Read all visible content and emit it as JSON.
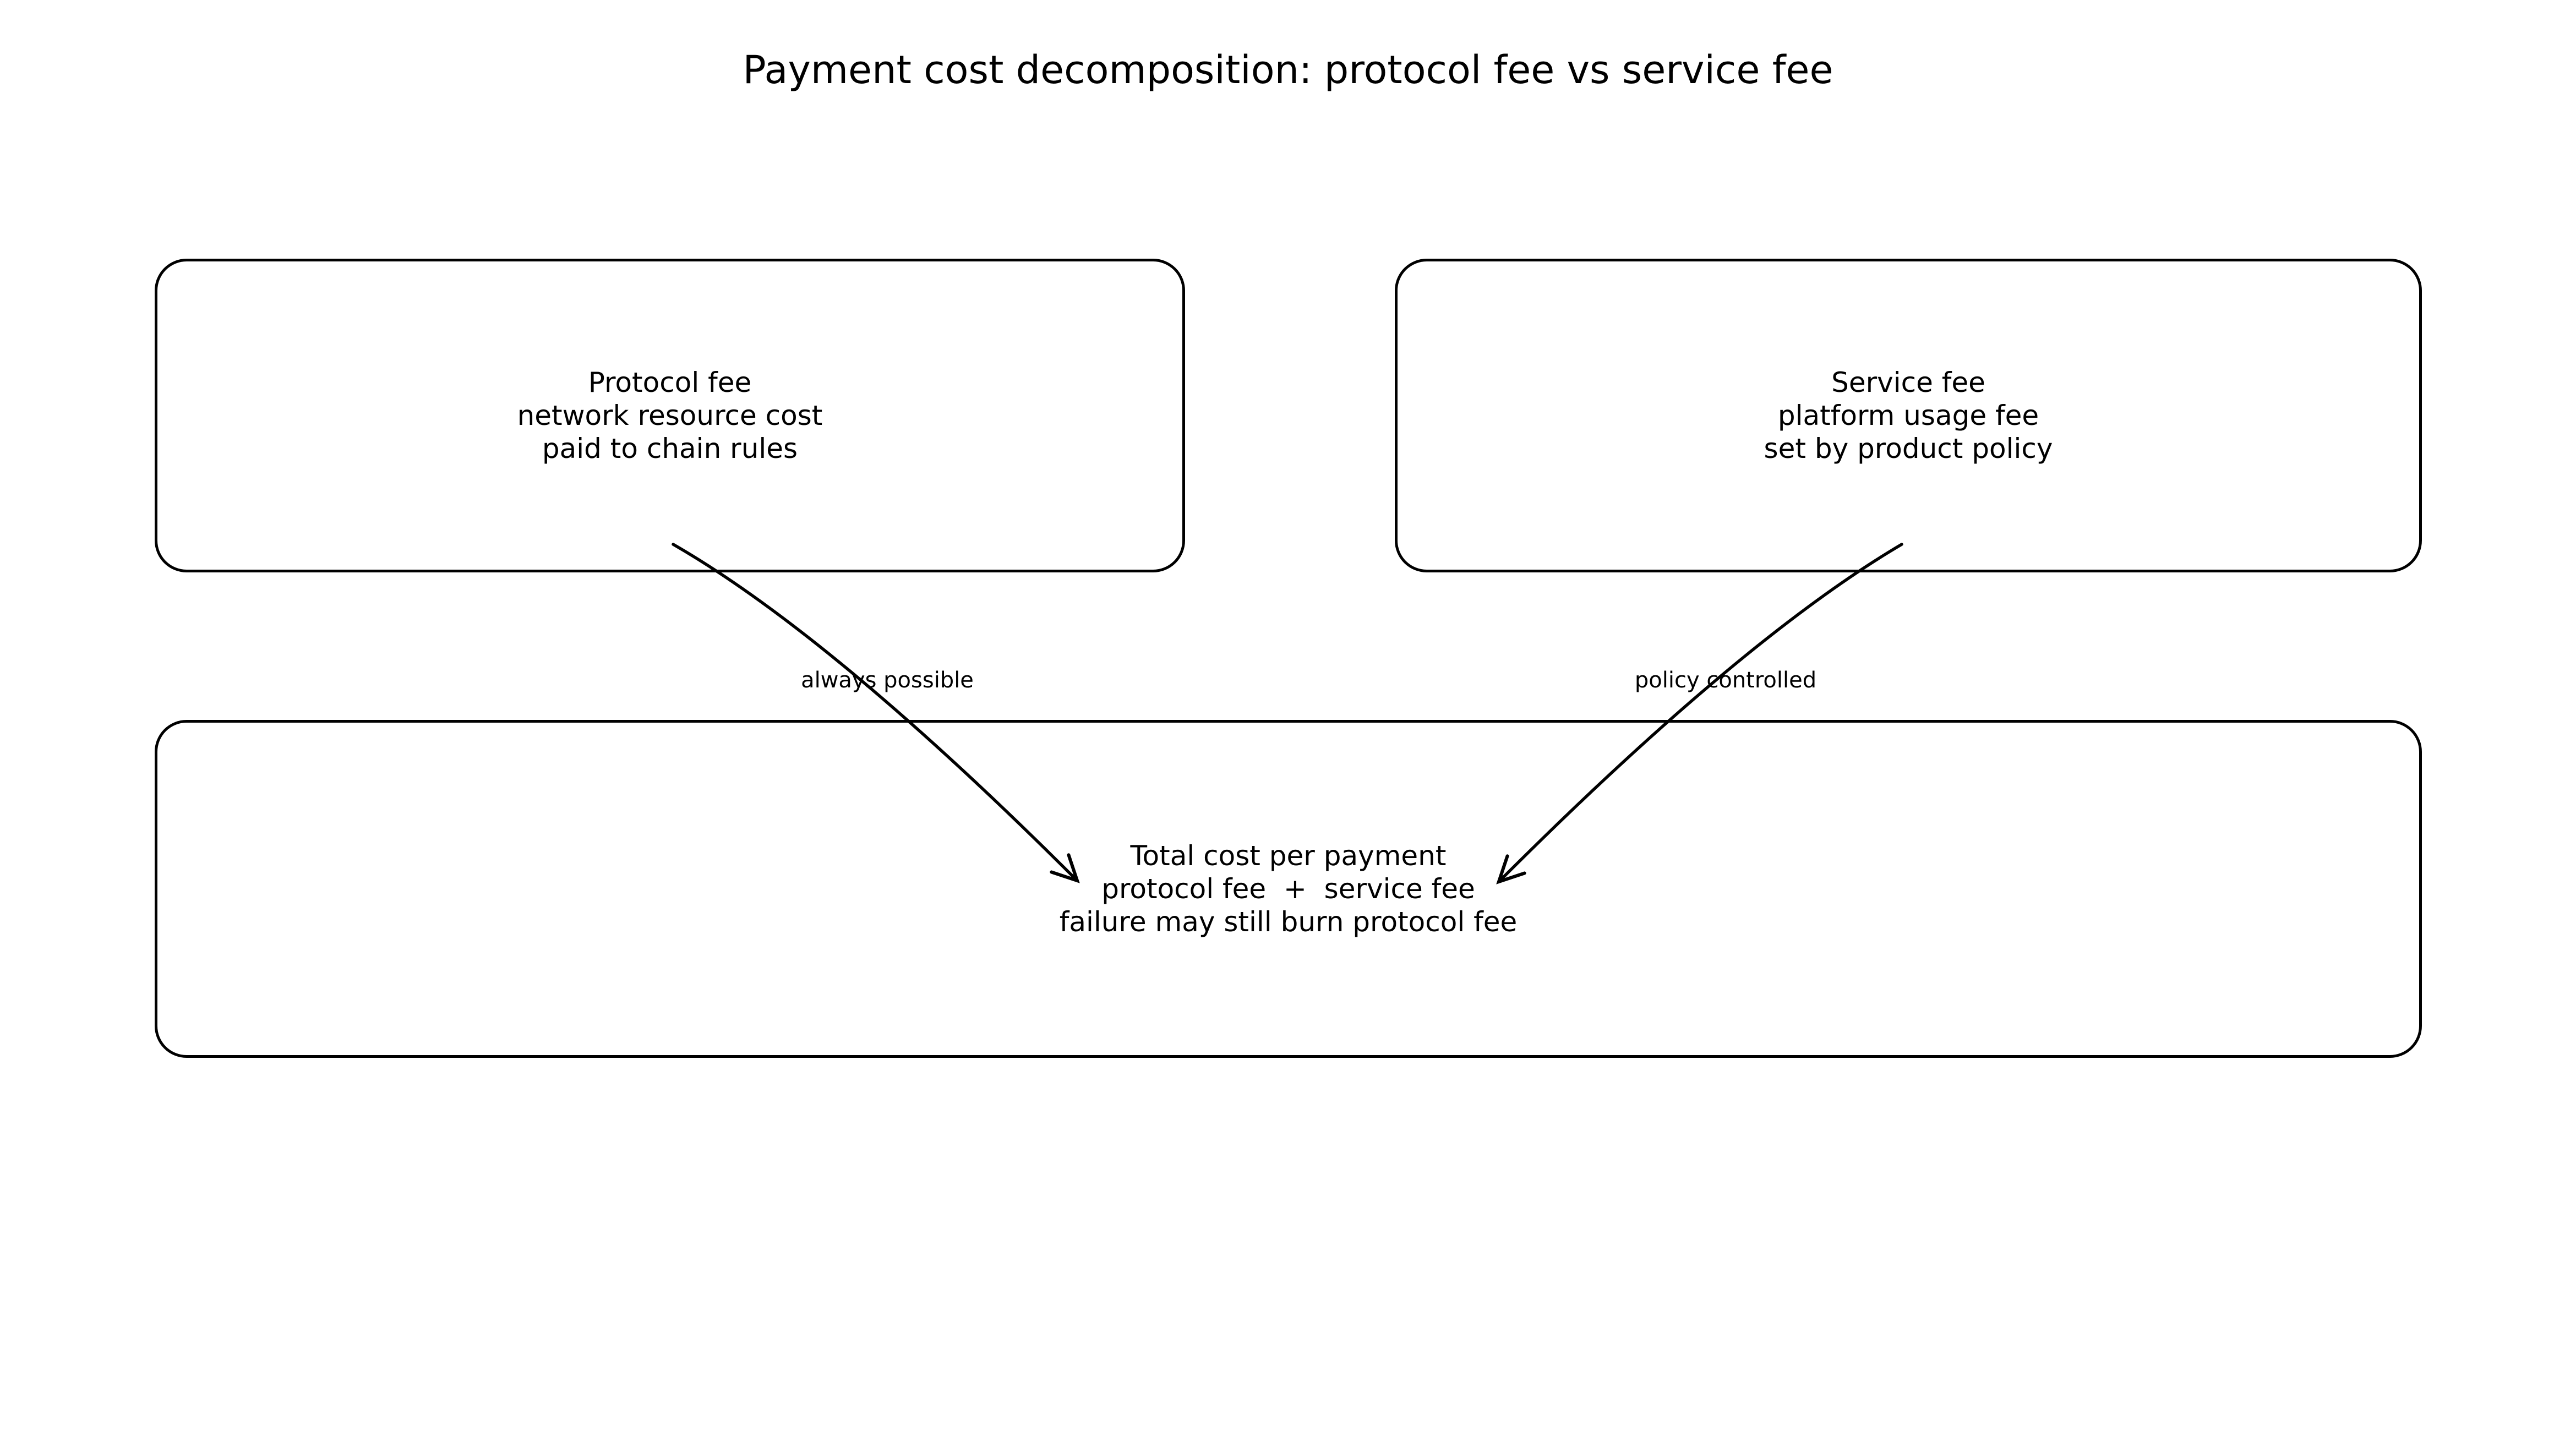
{
  "title": "Payment cost decomposition: protocol fee vs service fee",
  "boxes": {
    "protocol": {
      "lines": [
        "Protocol fee",
        "network resource cost",
        "paid to chain rules"
      ]
    },
    "service": {
      "lines": [
        "Service fee",
        "platform usage fee",
        "set by product policy"
      ]
    },
    "total": {
      "lines": [
        "Total cost per payment",
        "protocol fee  +  service fee",
        "failure may still burn protocol fee"
      ]
    }
  },
  "edge_labels": {
    "left": "always possible",
    "right": "policy controlled"
  },
  "colors": {
    "background": "#ffffff",
    "line": "#000000",
    "text": "#000000"
  }
}
